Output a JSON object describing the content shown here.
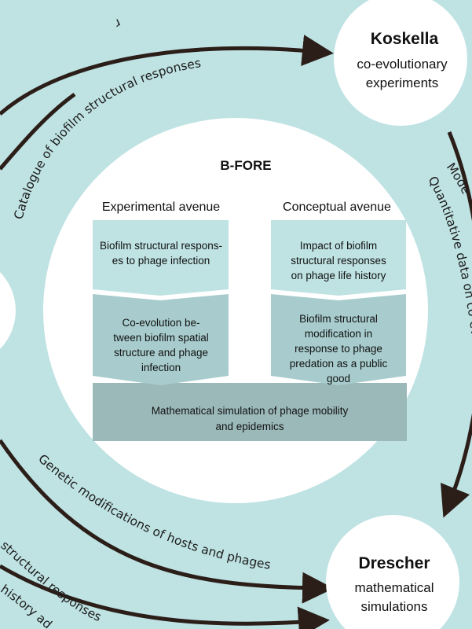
{
  "center": {
    "title": "B-FORE",
    "experimental_header": "Experimental avenue",
    "conceptual_header": "Conceptual avenue",
    "experimental_boxes": [
      [
        "Biofilm structural respons-",
        "es to phage infection"
      ],
      [
        "Co-evolution be-",
        "tween biofilm spatial",
        "structure and phage",
        "infection"
      ]
    ],
    "conceptual_boxes": [
      [
        "Impact of biofilm",
        "structural responses",
        "on phage life history"
      ],
      [
        "Biofilm structural",
        "modification in",
        "response to phage",
        "predation as a public",
        "good"
      ]
    ],
    "bottom_box": [
      "Mathematical simulation of phage mobility",
      "and epidemics"
    ]
  },
  "nodes": {
    "koskella": {
      "name": "Koskella",
      "sub": [
        "co-evolutionary",
        "experiments"
      ]
    },
    "drescher": {
      "name": "Drescher",
      "sub": [
        "mathematical",
        "simulations"
      ]
    }
  },
  "arcs": {
    "top_left_partial": "r",
    "catalogue": "Catalogue of biofilm structural responses",
    "right_outer": "Mode",
    "right_inner": "Quantitative data on co-evolution",
    "genetic": "Genetic modifications of hosts and phages",
    "bottom_left_1": "structural responses",
    "bottom_left_2": "history adap"
  },
  "colors": {
    "background": "#bfe2e3",
    "box_light": "#bfe2e3",
    "box_mid": "#a8cccd",
    "box_dark": "#9cb9ba",
    "arrow": "#2b1e18",
    "circle": "#ffffff"
  }
}
